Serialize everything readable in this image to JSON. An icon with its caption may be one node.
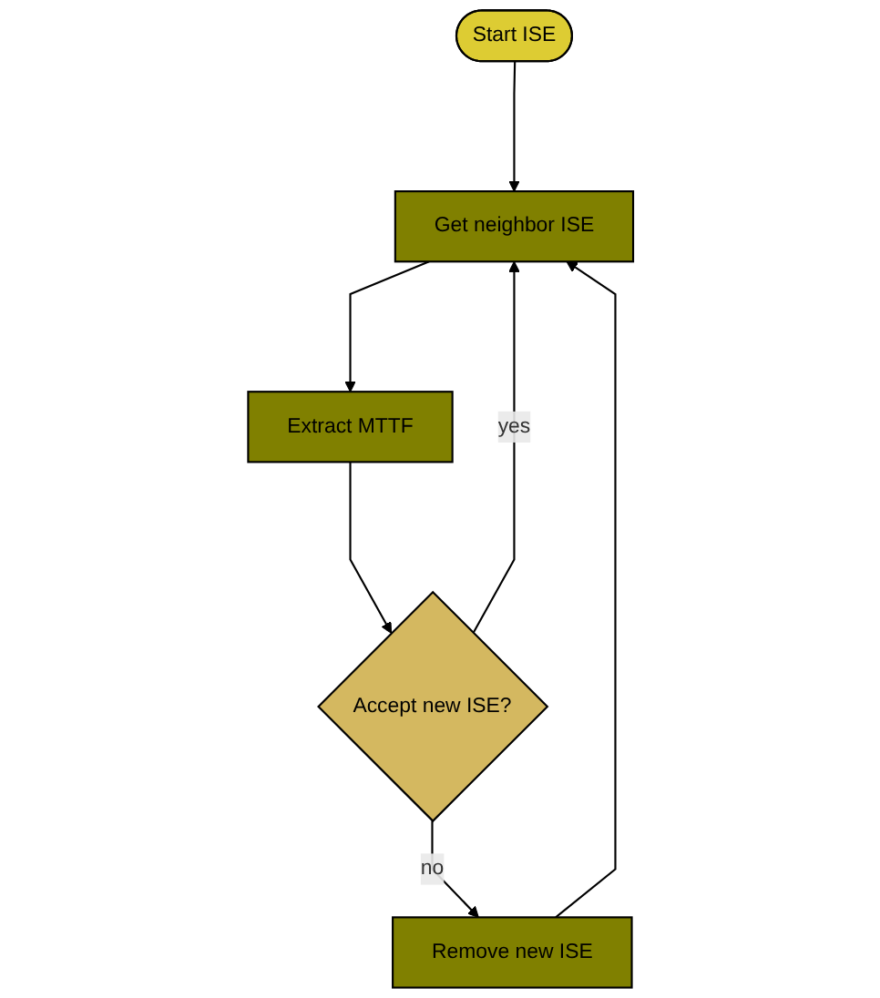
{
  "diagram": {
    "nodes": [
      {
        "text": [
          "Start ISE"
        ]
      },
      {
        "text": [
          "Remove new ISE"
        ]
      },
      {
        "text": [
          "Get neighbor ISE"
        ]
      },
      {
        "text": [
          "Extract MTTF"
        ]
      },
      {
        "text": [
          "Accept new ISE?"
        ]
      }
    ],
    "edges": [
      {
        "from": 0,
        "to": 2,
        "arrow": "to"
      },
      {
        "from": 4,
        "to": 2,
        "arrow": "to",
        "label": "yes"
      },
      {
        "from": 1,
        "to": 2,
        "arrow": "to"
      },
      {
        "from": 2,
        "to": 3,
        "arrow": "to"
      },
      {
        "from": 3,
        "to": 4,
        "arrow": "to"
      },
      {
        "from": 4,
        "to": 1,
        "arrow": "to",
        "label": "no"
      }
    ]
  }
}
